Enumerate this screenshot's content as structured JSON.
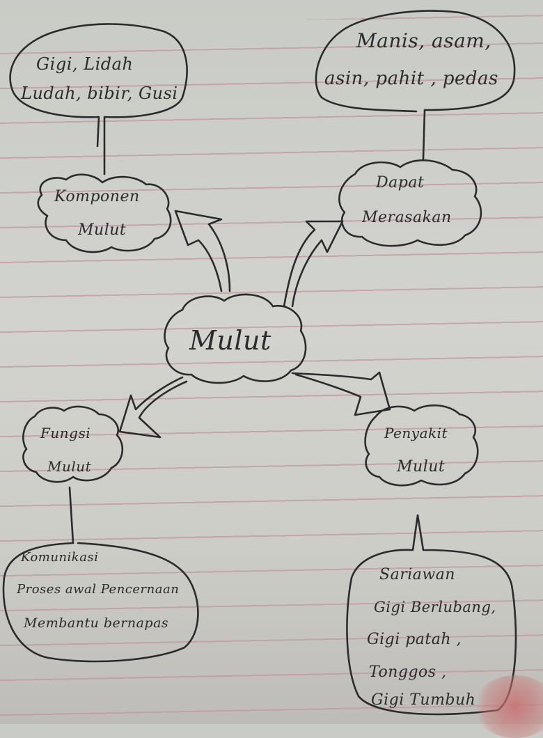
{
  "diagram": {
    "type": "mind-map",
    "medium": "handwritten on lined notebook paper",
    "center": {
      "id": "mulut",
      "label": "Mulut"
    },
    "branches": [
      {
        "id": "komponen",
        "label_line1": "Komponen",
        "label_line2": "Mulut",
        "detail_lines": [
          "Gigi, Lidah",
          "Ludah, bibir, Gusi"
        ]
      },
      {
        "id": "dapat-merasakan",
        "label_line1": "Dapat",
        "label_line2": "Merasakan",
        "detail_lines": [
          "Manis, asam,",
          "asin, pahit , pedas"
        ]
      },
      {
        "id": "fungsi",
        "label_line1": "Fungsi",
        "label_line2": "Mulut",
        "detail_lines": [
          "Komunikasi",
          "Proses awal Pencernaan",
          "Membantu bernapas"
        ]
      },
      {
        "id": "penyakit",
        "label_line1": "Penyakit",
        "label_line2": "Mulut",
        "detail_lines": [
          "Sariawan",
          "Gigi Berlubang,",
          "Gigi patah ,",
          "Tonggos ,",
          "Gigi Tumbuh"
        ]
      }
    ],
    "colors": {
      "ink": "#2a2b2d",
      "paper": "#cfd0cb",
      "rule_line": "#c496a0",
      "stain": "#c86e6e"
    }
  }
}
